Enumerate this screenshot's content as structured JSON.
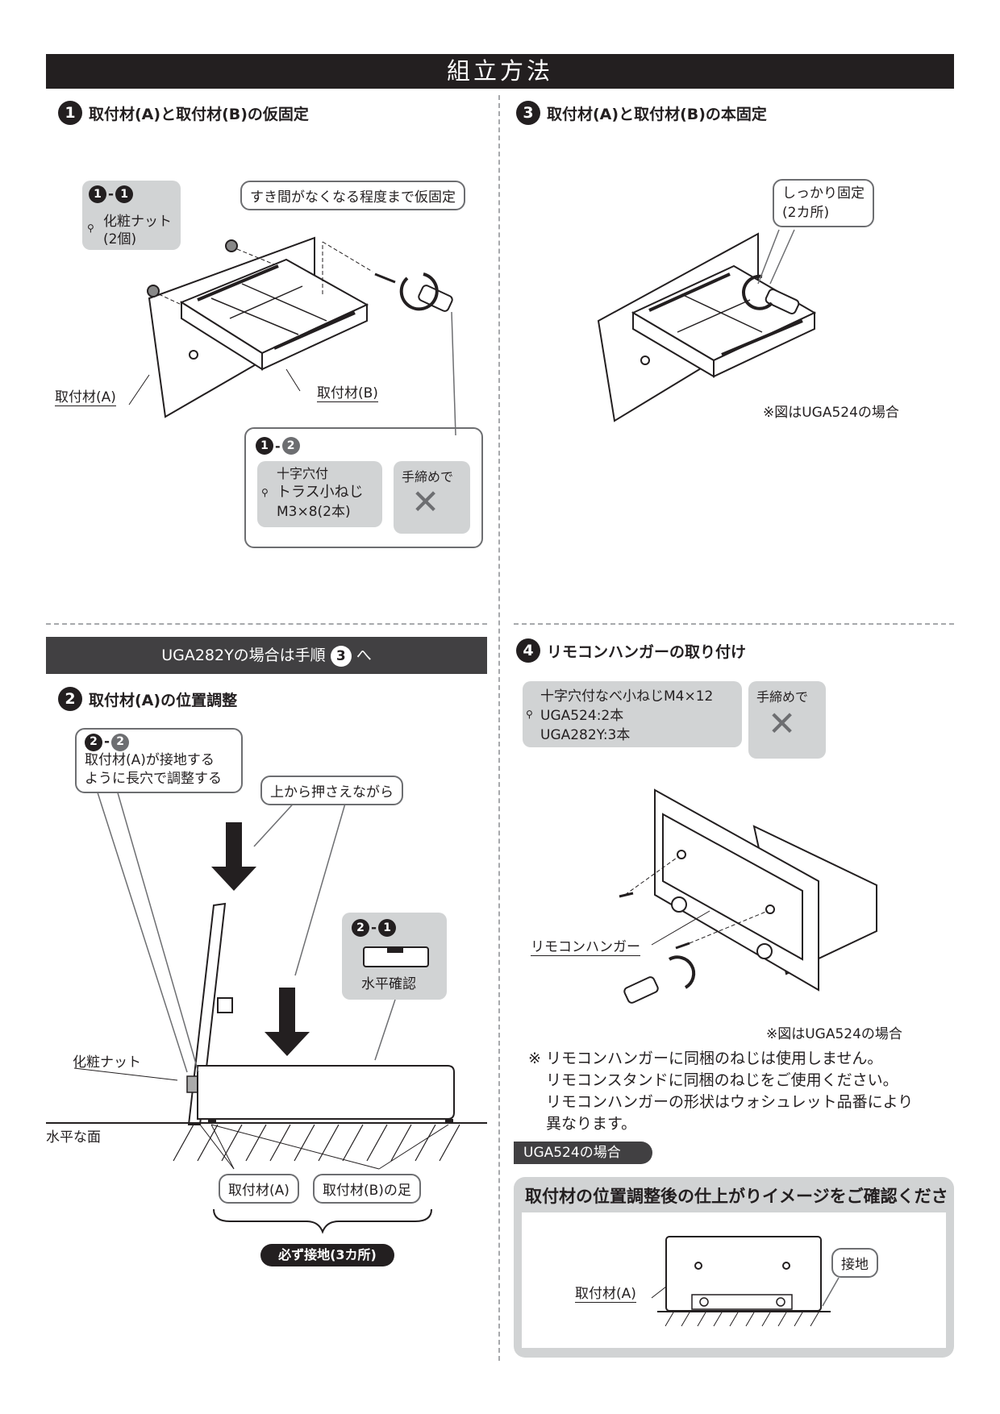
{
  "title": "組立方法",
  "step1": {
    "num": "1",
    "title": "取付材(A)と取付材(B)の仮固定",
    "sub1": {
      "label": "1",
      "dash": "-",
      "num": "1",
      "item": "化粧ナット",
      "qty": "(2個)"
    },
    "callout_gap": "すき間がなくなる程度まで仮固定",
    "label_a": "取付材(A)",
    "label_b": "取付材(B)",
    "sub2": {
      "label": "1",
      "dash": "-",
      "num": "2",
      "line1": "十字穴付",
      "line2": "トラス小ねじ",
      "line3": "M3×8(2本)",
      "hand": "手締めで"
    }
  },
  "step3": {
    "num": "3",
    "title": "取付材(A)と取付材(B)の本固定",
    "callout_fix": "しっかり固定",
    "callout_count": "(2カ所)",
    "note": "※図はUGA524の場合"
  },
  "banner": {
    "text": "UGA282Yの場合は手順",
    "num": "3",
    "arrow": "へ"
  },
  "step2": {
    "num": "2",
    "title": "取付材(A)の位置調整",
    "sub2": {
      "label": "2",
      "dash": "-",
      "num": "2",
      "line1": "取付材(A)が接地する",
      "line2": "ように長穴で調整する"
    },
    "callout_press": "上から押さえながら",
    "sub1": {
      "label": "2",
      "dash": "-",
      "num": "1",
      "text": "水平確認"
    },
    "label_nut": "化粧ナット",
    "label_floor": "水平な面",
    "label_a": "取付材(A)",
    "label_b": "取付材(B)の足",
    "must": "必ず接地(3カ所)"
  },
  "step4": {
    "num": "4",
    "title": "リモコンハンガーの取り付け",
    "screw_line1": "十字穴付なべ小ねじM4×12",
    "screw_line2": "UGA524:2本",
    "screw_line3": "UGA282Y:3本",
    "hand": "手締めで",
    "label_hanger": "リモコンハンガー",
    "note_fig": "※図はUGA524の場合",
    "notes": [
      "※ リモコンハンガーに同梱のねじは使用しません。",
      "リモコンスタンドに同梱のねじをご使用ください。",
      "リモコンハンガーの形状はウォシュレット品番により",
      "異なります。"
    ],
    "uga524_tag": "UGA524の場合",
    "confirm_title": "取付材の位置調整後の仕上がりイメージをご確認ください",
    "confirm_label_a": "取付材(A)",
    "confirm_ground": "接地"
  },
  "colors": {
    "dark": "#231f20",
    "grey": "#6d6e71",
    "light_grey": "#d1d3d4",
    "dash": "#a7a9ac"
  }
}
